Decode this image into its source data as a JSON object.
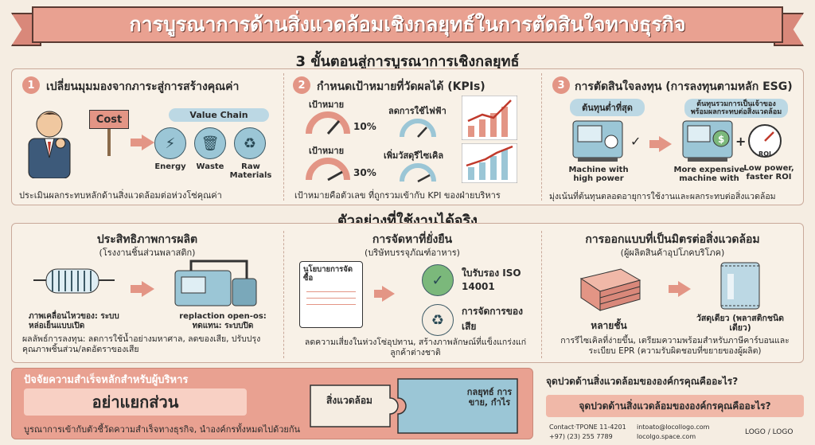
{
  "title": "การบูรณาการด้านสิ่งแวดล้อมเชิงกลยุทธ์ในการตัดสินใจทางธุรกิจ",
  "steps_heading": "3 ขั้นตอนสู่การบูรณาการเชิงกลยุทธ์",
  "step1": {
    "num": "1",
    "title": "เปลี่ยนมุมมองจากภาระสู่การสร้างคุณค่า",
    "cost_sign": "Cost",
    "value_chain": "Value Chain",
    "items": [
      "Energy",
      "Waste",
      "Raw Materials"
    ],
    "desc": "ประเมินผลกระทบหลักด้านสิ่งแวดล้อมต่อห่วงโซ่คุณค่า"
  },
  "step2": {
    "num": "2",
    "title": "กำหนดเป้าหมายที่วัดผลได้ (KPIs)",
    "target1": "เป้าหมาย",
    "pct1": "10%",
    "kpi1": "ลดการใช้ไฟฟ้า",
    "target2": "เป้าหมาย",
    "pct2": "30%",
    "kpi2": "เพิ่มวัสดุรีไซเคิล",
    "desc": "เป้าหมายคือตัวเลข ที่ถูกรวมเข้ากับ KPI ของฝ่ายบริหาร"
  },
  "step3": {
    "num": "3",
    "title": "การตัดสินใจลงทุน (การลงทุนตามหลัก ESG)",
    "lowest_cost": "ต้นทุนต่ำที่สุด",
    "total_cost": "ต้นทุนรวมการเป็นเจ้าของ พร้อมผลกระทบต่อสิ่งแวดล้อม",
    "machine1": "Machine with high power",
    "machine2": "More expensive machine with",
    "roi_label": "ROI",
    "low_power": "Low power, faster ROI",
    "desc": "มุ่งเน้นที่ต้นทุนตลอดอายุการใช้งานและผลกระทบต่อสิ่งแวดล้อม"
  },
  "examples_heading": "ตัวอย่างที่ใช้งานได้จริง",
  "ex1": {
    "title": "ประสิทธิภาพการผลิต",
    "subtitle": "(โรงงานชิ้นส่วนพลาสติก)",
    "left_label": "ภาพเคลื่อนไหวของ: ระบบหล่อเย็นแบบเปิด",
    "right_label": "replaction open-os: ทดแทน: ระบบปิด",
    "result": "ผลลัพธ์การลงทุน: ลดการใช้น้ำอย่างมหาศาล, ลดของเสีย, ปรับปรุงคุณภาพชิ้นส่วน/ลดอัตราของเสีย"
  },
  "ex2": {
    "title": "การจัดหาที่ยั่งยืน",
    "subtitle": "(บริษัทบรรจุภัณฑ์อาหาร)",
    "policy": "นโยบายการจัดซื้อ",
    "cert": "ใบรับรอง ISO 14001",
    "waste": "การจัดการของเสีย",
    "desc": "ลดความเสี่ยงในห่วงโซ่อุปทาน, สร้างภาพลักษณ์ที่แข็งแกร่งแก่ลูกค้าต่างชาติ"
  },
  "ex3": {
    "title": "การออกแบบที่เป็นมิตรต่อสิ่งแวดล้อม",
    "subtitle": "(ผู้ผลิตสินค้าอุปโภคบริโภค)",
    "multi": "หลายชั้น",
    "mono": "วัสดุเดียว (พลาสติกชนิดเดียว)",
    "desc": "การรีไซเคิลที่ง่ายขึ้น, เตรียมความพร้อมสำหรับภาษีคาร์บอนและระเบียบ EPR (ความรับผิดชอบที่ขยายของผู้ผลิต)"
  },
  "bottom": {
    "heading": "ปัจจัยความสำเร็จหลักสำหรับผู้บริหาร",
    "key": "อย่าแยกส่วน",
    "desc": "บูรณาการเข้ากับตัวชี้วัดความสำเร็จทางธุรกิจ, นำองค์กรทั้งหมดไปด้วยกัน",
    "puzzle_left": "สิ่งแวดล้อม",
    "puzzle_right": "กลยุทธ์ การขาย, กำไร"
  },
  "question1": "จุดปวดด้านสิ่งแวดล้อมขององค์กรคุณคืออะไร?",
  "question2": "จุดปวดด้านสิ่งแวดล้อมขององค์กรคุณคืออะไร?",
  "footer": {
    "contact": "Contact·TPONE 11-4201",
    "phone": "+97) (23) 255 7789",
    "email": "intoato@locollogo.com",
    "web": "locolgo.space.com",
    "logo": "LOGO / LOGO"
  },
  "colors": {
    "accent": "#e39585",
    "background": "#f5ede2",
    "blue": "#9bc6d6"
  }
}
